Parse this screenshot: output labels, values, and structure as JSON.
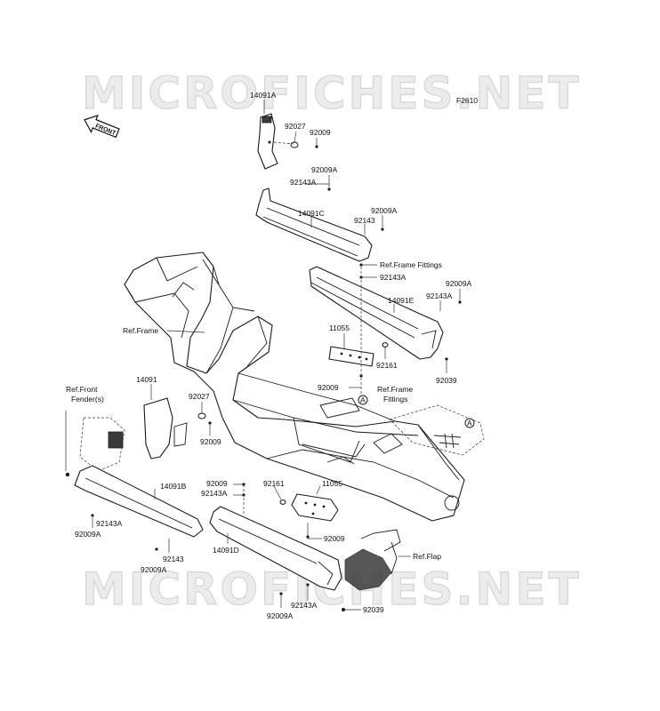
{
  "watermark": "MICROFICHES.NET",
  "diagram_code": "F2610",
  "front_arrow": "FRONT",
  "refs": {
    "frame_fittings": "Ref.Frame Fittings",
    "frame": "Ref.Frame",
    "frame_fittings_2_line1": "Ref.Frame",
    "frame_fittings_2_line2": "Fittings",
    "front_fender_line1": "Ref.Front",
    "front_fender_line2": "Fender(s)",
    "flap": "Ref.Flap"
  },
  "callout_letter": "A",
  "parts": {
    "p14091A": "14091A",
    "p92027_top": "92027",
    "p92009_top": "92009",
    "p92009A_top": "92009A",
    "p92143A_top": "92143A",
    "p14091C": "14091C",
    "p92009A_c": "92009A",
    "p92143_c": "92143",
    "p92143A_r": "92143A",
    "p92009A_r": "92009A",
    "p92143A_r2": "92143A",
    "p14091E": "14091E",
    "p11055_r": "11055",
    "p92161_r": "92161",
    "p92009_r": "92009",
    "p92039_r": "92039",
    "p14091": "14091",
    "p92027_l": "92027",
    "p92009_l": "92009",
    "p14091B": "14091B",
    "p92143A_l": "92143A",
    "p92009A_l": "92009A",
    "p92143_l": "92143",
    "p92009A_l2": "92009A",
    "p92009_m": "92009",
    "p92143A_m": "92143A",
    "p92161_m": "92161",
    "p11055_m": "11055",
    "p92009_m2": "92009",
    "p14091D": "14091D",
    "p92143A_b": "92143A",
    "p92009A_b": "92009A",
    "p92039_b": "92039"
  }
}
